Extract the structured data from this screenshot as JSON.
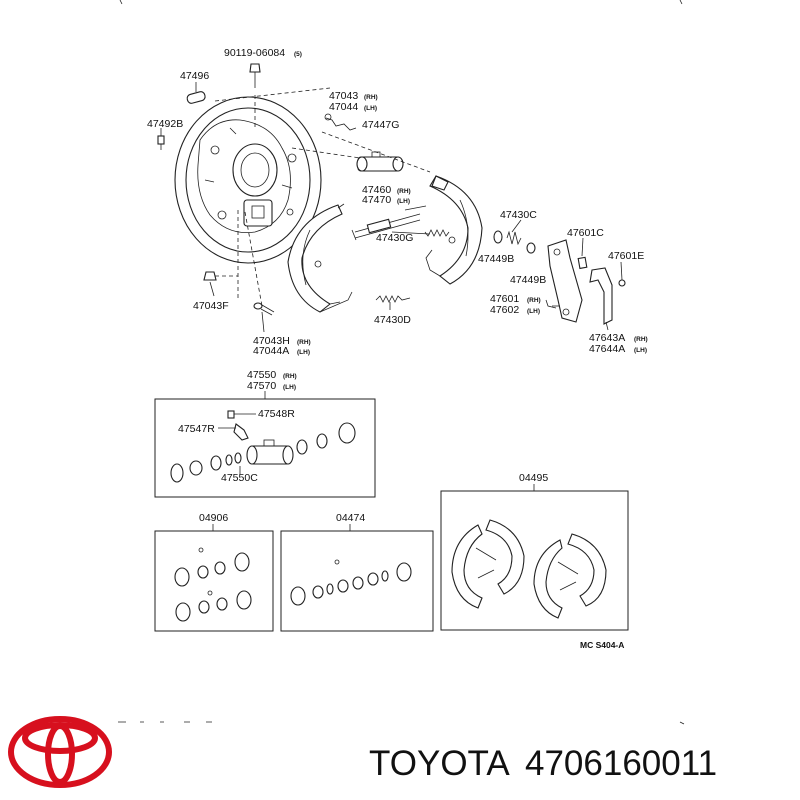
{
  "labels": {
    "bolt": "90119-06084",
    "bolt_note": "(5)",
    "plug": "47496",
    "plate_rh": "47043",
    "plate_lh": "47044",
    "rh": "(RH)",
    "lh": "(LH)",
    "spring_g": "47447G",
    "cap": "47492B",
    "rod_rh": "47460",
    "rod_lh": "47470",
    "spring_c": "47430C",
    "lever_c": "47601C",
    "spring_gg": "47430G",
    "washer_b": "47449B",
    "washer_bb": "47449B",
    "clip_e": "47601E",
    "nut_f": "47043F",
    "lever_rh": "47601",
    "lever_lh": "47602",
    "spring_d": "47430D",
    "bleeder_rh": "47043H",
    "bleeder_lh": "47044A",
    "bracket_rh": "47643A",
    "bracket_lh": "47644A",
    "cyl_rh": "47550",
    "cyl_lh": "47570",
    "plug_r": "47548R",
    "bleed_r": "47547R",
    "kit_c": "47550C"
  },
  "boxes": {
    "kit_a": "04906",
    "kit_b": "04474",
    "kit_c": "04495"
  },
  "ref_code": "MC  S404-A",
  "brand": {
    "name": "TOYOTA",
    "part_number": "4706160011",
    "logo_color": "#d7101e"
  }
}
